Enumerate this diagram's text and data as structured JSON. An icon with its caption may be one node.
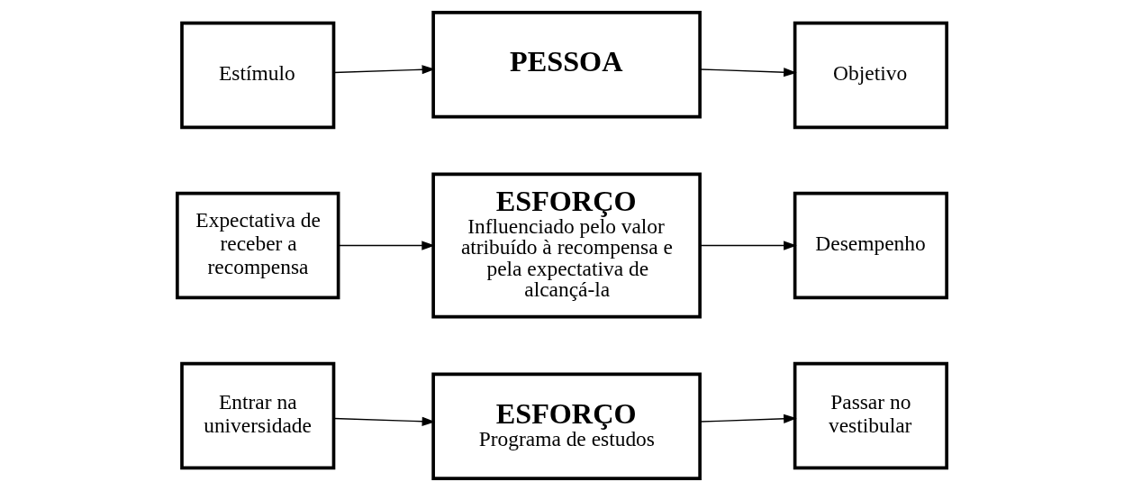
{
  "diagram": {
    "nodes": [
      {
        "text": [
          "Estímulo"
        ]
      },
      {
        "text": [
          "PESSOA"
        ]
      },
      {
        "text": [
          "Objetivo"
        ]
      },
      {
        "text": [
          "Expectativa de receber a recompensa"
        ]
      },
      {
        "text": [
          "ESFORÇO",
          "Influenciado pelo valor atribuído à recompensa e pela expectativa de alcançá-la"
        ]
      },
      {
        "text": [
          "Desempenho"
        ]
      },
      {
        "text": [
          "Entrar na universidade"
        ]
      },
      {
        "text": [
          "ESFORÇO",
          "Programa de estudos"
        ]
      },
      {
        "text": [
          "Passar no vestibular"
        ]
      }
    ],
    "edges": [
      {
        "from": 0,
        "to": 1,
        "arrow": "to"
      },
      {
        "from": 1,
        "to": 2,
        "arrow": "to"
      },
      {
        "from": 3,
        "to": 4,
        "arrow": "to"
      },
      {
        "from": 4,
        "to": 5,
        "arrow": "to"
      },
      {
        "from": 6,
        "to": 7,
        "arrow": "to"
      },
      {
        "from": 7,
        "to": 8,
        "arrow": "to"
      }
    ]
  }
}
